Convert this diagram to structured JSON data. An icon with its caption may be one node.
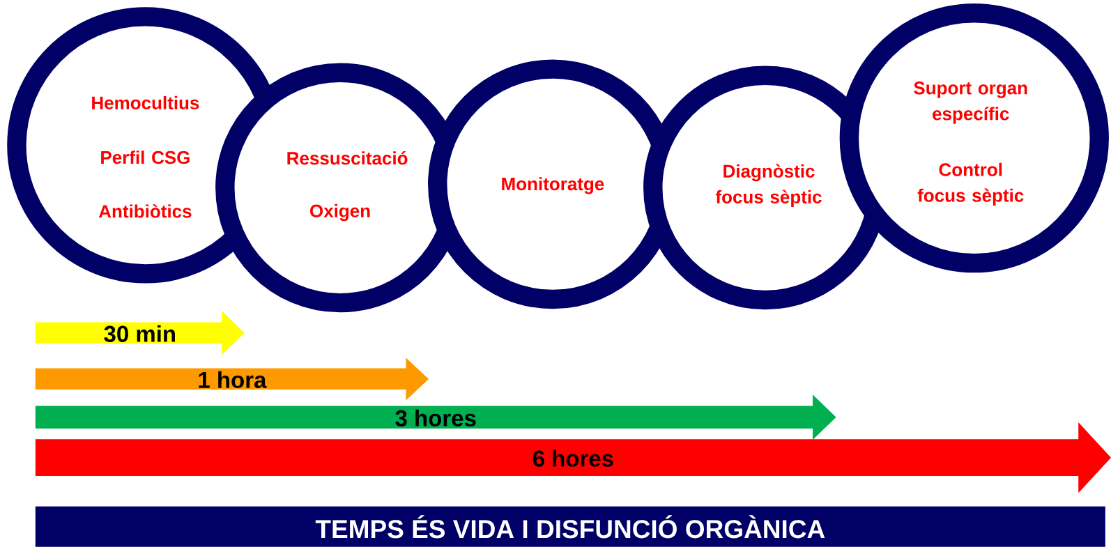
{
  "diagram": {
    "nodes": [
      {
        "text": [
          "Hemocultius",
          "Perfil CSG",
          "Antibiòtics"
        ]
      },
      {
        "text": [
          "Ressuscitació",
          "Oxigen"
        ]
      },
      {
        "text": [
          "Monitoratge"
        ]
      },
      {
        "text": [
          "Diagnòstic focus sèptic"
        ]
      },
      {
        "text": [
          "Suport organ específic",
          "Control focus sèptic"
        ]
      },
      {
        "text": [
          "30 min"
        ]
      },
      {
        "text": [
          "1  hora"
        ]
      },
      {
        "text": [
          "3 hores"
        ]
      },
      {
        "text": [
          "6 hores"
        ]
      },
      {
        "text": [
          "TEMPS ÉS VIDA I DISFUNCIÓ ORGÀNICA"
        ]
      }
    ]
  }
}
